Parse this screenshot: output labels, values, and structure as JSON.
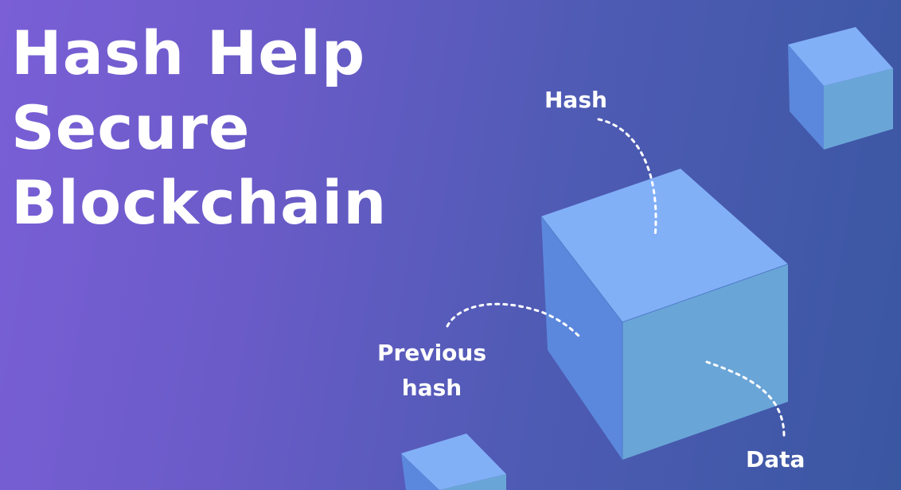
{
  "title": {
    "line1": "Hash Help",
    "line2": "Secure",
    "line3": "Blockchain"
  },
  "labels": {
    "hash": "Hash",
    "previous_line1": "Previous",
    "previous_line2": "hash",
    "data": "Data"
  },
  "colors": {
    "bg_left": "#7a5fd6",
    "bg_right": "#3a57a2",
    "cube_top": "#82b0f7",
    "cube_left": "#5b88dd",
    "cube_right": "#6aa5d8"
  },
  "icons": [
    "block-cube-icon",
    "dotted-connector"
  ]
}
